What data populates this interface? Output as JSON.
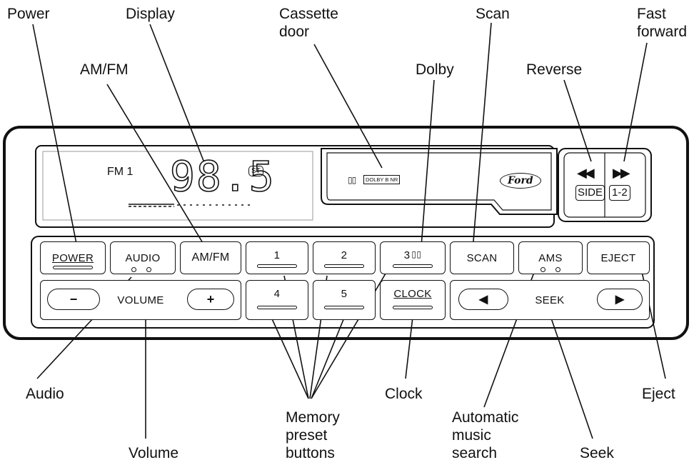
{
  "callouts": {
    "power": "Power",
    "display": "Display",
    "cassette_door": "Cassette\ndoor",
    "scan": "Scan",
    "fast_forward": "Fast\nforward",
    "am_fm": "AM/FM",
    "dolby": "Dolby",
    "reverse": "Reverse",
    "audio": "Audio",
    "volume": "Volume",
    "memory_preset": "Memory\npreset\nbuttons",
    "clock": "Clock",
    "automatic_music_search": "Automatic\nmusic\nsearch",
    "seek": "Seek",
    "eject": "Eject"
  },
  "radio": {
    "band_indicator": "FM 1",
    "frequency": "98.5",
    "stereo_badge": "ST",
    "dolby_badge": "DOLBY B NR",
    "brand": "Ford",
    "rewind_symbol": "◀◀",
    "ff_symbol": "▶▶",
    "side_label": "SIDE",
    "side_value": "1-2",
    "buttons": {
      "power": "POWER",
      "audio": "AUDIO",
      "am_fm": "AM/FM",
      "preset1": "1",
      "preset2": "2",
      "preset3": "3",
      "scan": "SCAN",
      "ams": "AMS",
      "eject": "EJECT",
      "volume": "VOLUME",
      "volume_minus": "−",
      "volume_plus": "+",
      "preset4": "4",
      "preset5": "5",
      "clock": "CLOCK",
      "seek": "SEEK",
      "seek_left": "◀",
      "seek_right": "▶"
    }
  }
}
